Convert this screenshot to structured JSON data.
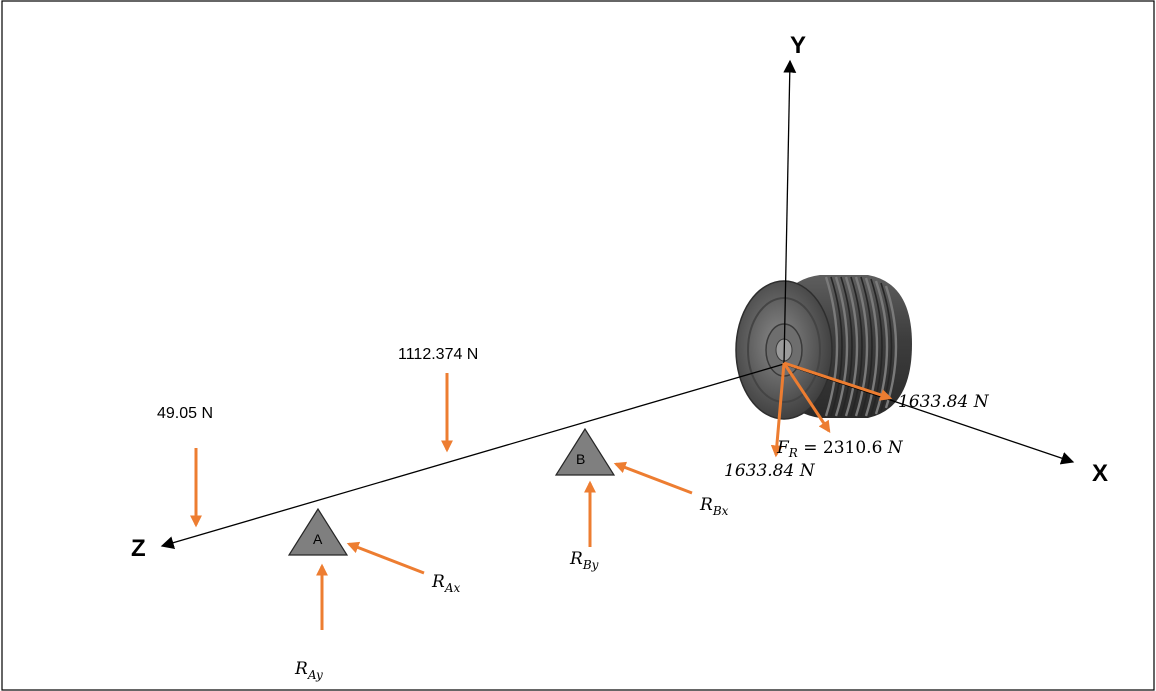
{
  "axes": {
    "x": "X",
    "y": "Y",
    "z": "Z"
  },
  "supports": {
    "a": "A",
    "b": "B"
  },
  "loads": {
    "weight_end": "49.05 N",
    "weight_mid": "1112.374 N"
  },
  "pulley_forces": {
    "horizontal": "1633.84 N",
    "vertical": "1633.84 N",
    "resultant": "F_R = 2310.6 N"
  },
  "reactions": {
    "r_ax": {
      "base": "R",
      "sub": "Ax"
    },
    "r_ay": {
      "base": "R",
      "sub": "Ay"
    },
    "r_bx": {
      "base": "R",
      "sub": "Bx"
    },
    "r_by": {
      "base": "R",
      "sub": "By"
    }
  },
  "colors": {
    "force": "#ED7D31",
    "axis": "#000000",
    "support": "#7f7f7f",
    "pulley": "#4a4a4a"
  }
}
